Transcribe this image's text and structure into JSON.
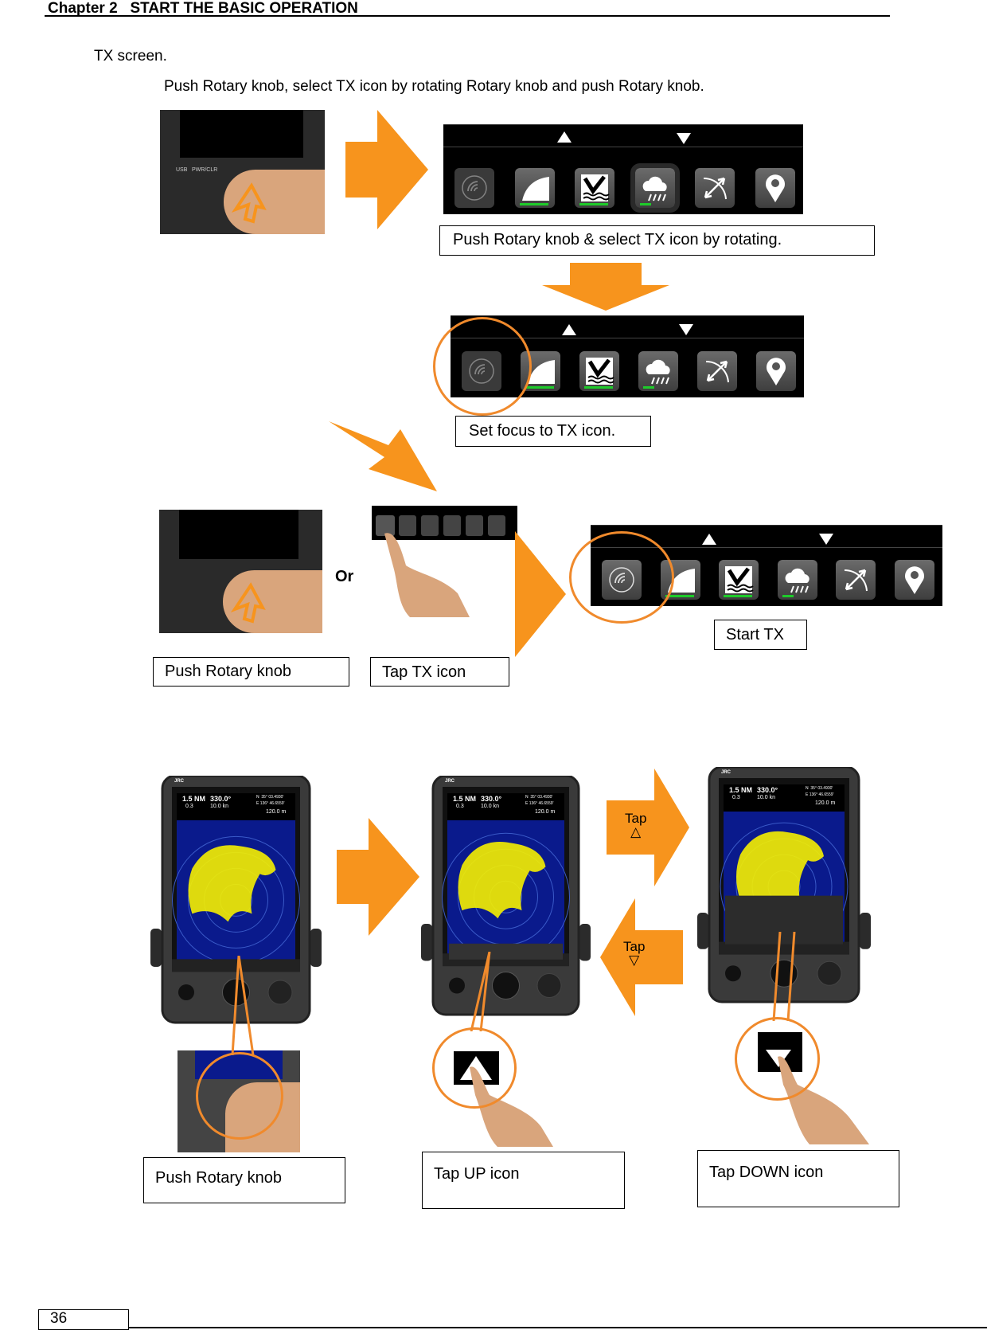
{
  "header": {
    "chapter": "Chapter 2",
    "title": "START THE BASIC OPERATION"
  },
  "intro": {
    "heading": "TX screen.",
    "instruction": "Push Rotary knob, select TX icon by rotating Rotary knob and push Rotary knob."
  },
  "toolbar_icons": [
    "tx-icon",
    "gain-icon",
    "sea-clutter-icon",
    "rain-clutter-icon",
    "range-icon",
    "pin-icon"
  ],
  "captions": {
    "select": "Push Rotary knob & select TX icon by rotating.",
    "focus": "Set focus to TX icon.",
    "or": "Or",
    "start_tx": "Start TX",
    "push_knob": "Push Rotary knob",
    "tap_tx": "Tap TX icon",
    "tap_up_arrow": "Tap\n△",
    "tap_down_arrow": "Tap\n▽",
    "push_knob_2": "Push Rotary knob",
    "tap_up": "Tap UP icon",
    "tap_down": "Tap DOWN icon"
  },
  "photo_labels": {
    "usb": "USB",
    "pwr": "PWR/CLR"
  },
  "radar": {
    "brand": "JRC",
    "range": "1.5",
    "range_unit": "NM",
    "ring": "0.3",
    "heading": "330.0°",
    "speed": "10.0 kn",
    "lat": "N  35° 03.4930'",
    "lon": "E 136° 46.6559'",
    "depth": "120.0 m"
  },
  "colors": {
    "accent_orange": "#f7941d",
    "circle_orange": "#f08a2c",
    "radar_bg": "#0a1a8c",
    "echo": "#f5f000",
    "indicator_green": "#1ecb2a"
  },
  "page_number": "36"
}
